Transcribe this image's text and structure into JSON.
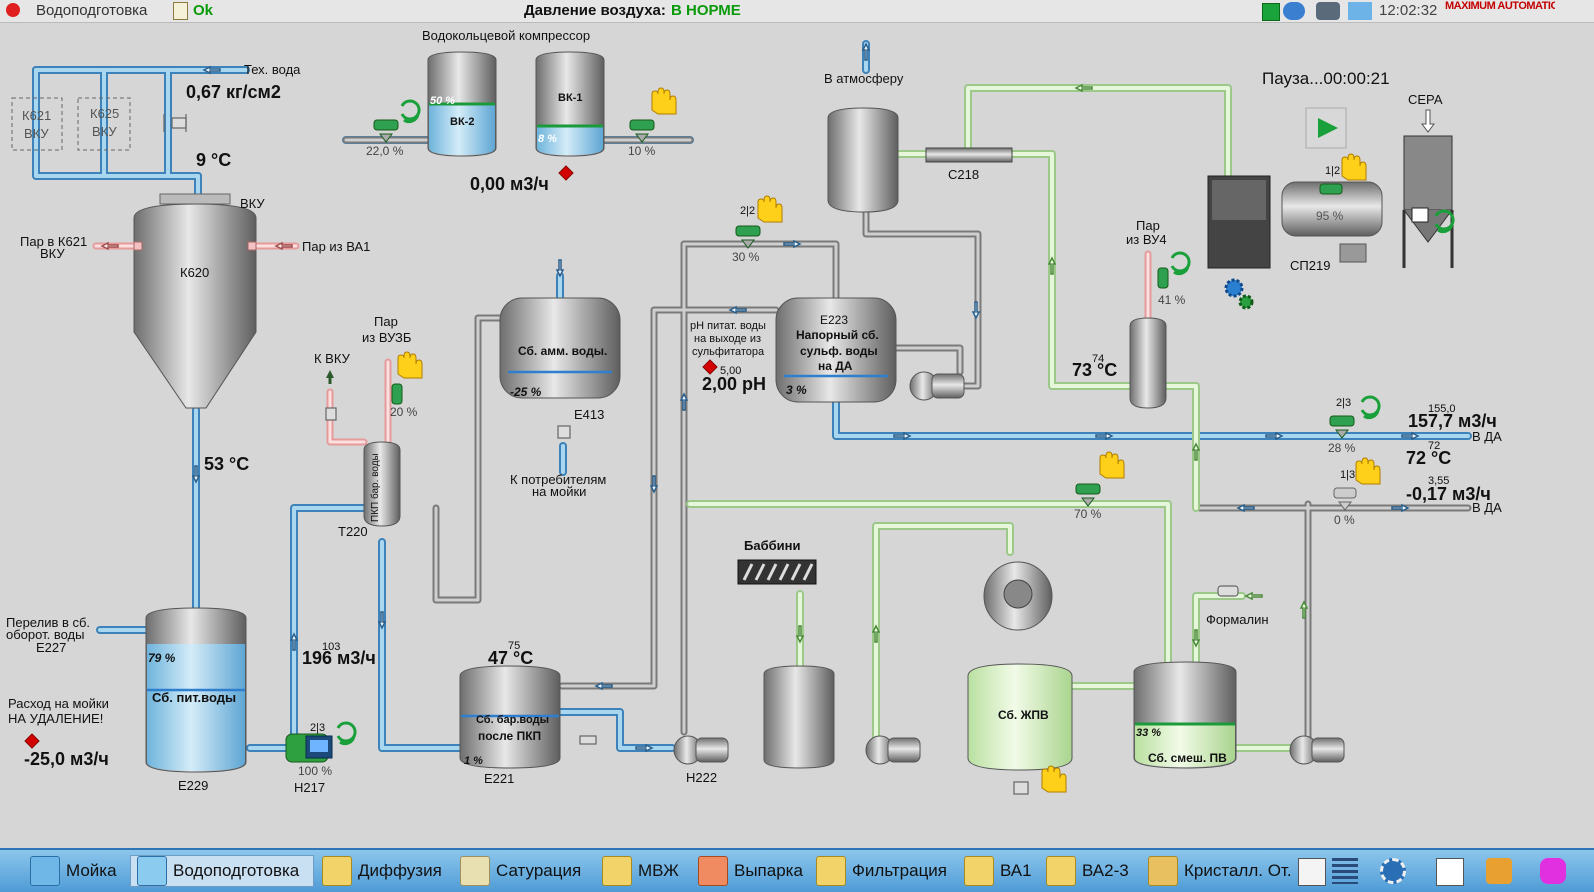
{
  "header": {
    "title": "Водоподготовка",
    "status": "Ok",
    "air_label": "Давление воздуха:",
    "air_value": "В НОРМЕ",
    "clock": "12:02:32",
    "logo": "MAXIMUM AUTOMATION"
  },
  "colors": {
    "water": "#5aa8d8",
    "steam": "#f0b4b4",
    "juice": "#d6f0c4",
    "ok": "#1a9a1a",
    "alarm": "#d40000"
  },
  "labels": {
    "tech_water": "Тех. вода",
    "k621": "К621",
    "vku_a": "ВКУ",
    "k625": "К625",
    "vku_b": "ВКУ",
    "press": "0,67 кг/см2",
    "t9": "9 °С",
    "vku_top": "ВКУ",
    "steam_k621_1": "Пар в К621",
    "steam_k621_2": "ВКУ",
    "steam_va1": "Пар из ВА1",
    "k620": "К620",
    "t53": "53 °С",
    "compressor_title": "Водокольцевой компрессор",
    "vk2": "ВК-2",
    "vk2_level": "50 %",
    "vk1": "ВК-1",
    "vk1_level": "8 %",
    "valve_220": "22,0 %",
    "valve_10": "10 %",
    "flow_comp": "0,00 м3/ч",
    "to_vku": "К ВКУ",
    "steam_vuzb_1": "Пар",
    "steam_vuzb_2": "из ВУЗБ",
    "valve_20": "20 %",
    "t220": "Т220",
    "pkp": "ПКП бар. воды",
    "e413_name": "Сб. амм. воды.",
    "e413_level": "-25 %",
    "e413": "Е413",
    "consumers_1": "К потребителям",
    "consumers_2": "на мойки",
    "valve_2_2": "2|2",
    "valve_30": "30 %",
    "ph_label_1": "рН питат. воды",
    "ph_label_2": "на выходе из",
    "ph_label_3": "сульфитатора",
    "ph_sp": "5,00",
    "ph_value": "2,00 pH",
    "e223_1": "Е223",
    "e223_2": "Напорный сб.",
    "e223_3": "сульф. воды",
    "e223_4": "на ДА",
    "e223_level": "3 %",
    "atmosphere": "В атмосферу",
    "c218": "С218",
    "pause": "Пауза...00:00:21",
    "sera": "СЕРА",
    "valve_1_2": "1|2",
    "valve_95": "95 %",
    "sp219": "СП219",
    "steam_vu4_1": "Пар",
    "steam_vu4_2": "из ВУ4",
    "valve_41": "41 %",
    "t73_sp": "74",
    "t73": "73 °С",
    "valve_2_3a": "2|3",
    "valve_28": "28 %",
    "flow_157_sp": "155,0",
    "flow_157": "157,7 м3/ч",
    "to_da_1": "В ДА",
    "t72_sp": "72",
    "t72": "72 °С",
    "valve_1_3": "1|3",
    "valve_0": "0 %",
    "flow_neg_sp": "3,55",
    "flow_neg": "-0,17 м3/ч",
    "to_da_2": "В ДА",
    "valve_70": "70 %",
    "overflow_1": "Перелив в сб.",
    "overflow_2": "оборот. воды",
    "overflow_3": "Е227",
    "e229_name": "Сб. пит.воды",
    "e229_level": "79 %",
    "e229": "Е229",
    "wash_1": "Расход на мойки",
    "wash_2": "НА УДАЛЕНИЕ!",
    "flow_wash": "-25,0 м3/ч",
    "flow_196_sp": "103",
    "flow_196": "196 м3/ч",
    "valve_2_3b": "2|3",
    "valve_100": "100 %",
    "h217": "Н217",
    "t47_sp": "75",
    "t47": "47 °С",
    "e221_1": "Сб. бар.воды",
    "e221_2": "после ПКП",
    "e221_level": "1 %",
    "e221": "Е221",
    "h222": "Н222",
    "babbini": "Баббини",
    "zhpv": "Сб. ЖПВ",
    "formalin": "Формалин",
    "smes_level": "33 %",
    "smes": "Сб. смеш. ПВ"
  },
  "taskbar": [
    "Мойка",
    "Водоподготовка",
    "Диффузия",
    "Сатурация",
    "МВЖ",
    "Выпарка",
    "Фильтрация",
    "ВА1",
    "ВА2-3",
    "Кристалл. От."
  ]
}
